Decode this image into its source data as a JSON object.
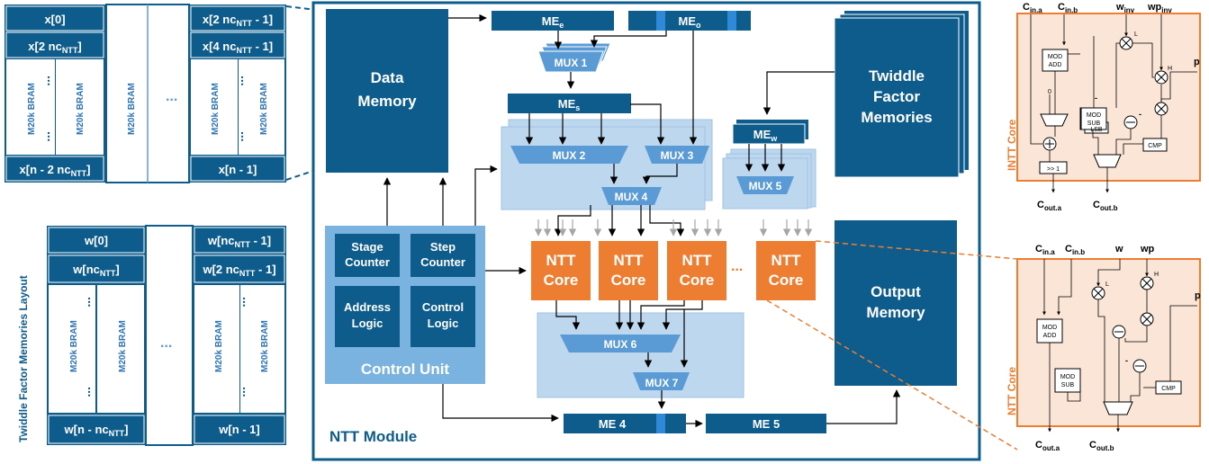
{
  "data_memory_layout": {
    "cells_left": [
      "x[0]",
      "x[2 nc",
      "x[n - 2 nc"
    ],
    "cells_left_sub": [
      "",
      "NTT",
      "NTT"
    ],
    "cells_left_tail": [
      "",
      "]",
      "]"
    ],
    "cells_right": [
      "x[2 nc",
      "x[4 nc",
      "x[n - 1]"
    ],
    "cells_right_sub": [
      "NTT",
      "NTT",
      ""
    ],
    "cells_right_tail": [
      " - 1]",
      " - 1]",
      ""
    ],
    "bram_label": "M20k BRAM",
    "ellipsis": "..."
  },
  "twiddle_memory_layout": {
    "side_label": "Twiddle Factor Memories Layout",
    "cells_left": [
      "w[0]",
      "w[nc",
      "w[n - nc"
    ],
    "cells_left_sub": [
      "",
      "NTT",
      "NTT"
    ],
    "cells_left_tail": [
      "",
      "]",
      "]"
    ],
    "cells_right": [
      "w[nc",
      "w[2 nc",
      "w[n - 1]"
    ],
    "cells_right_sub": [
      "NTT",
      "NTT",
      ""
    ],
    "cells_right_tail": [
      " - 1]",
      " - 1]",
      ""
    ],
    "bram_label": "M20k BRAM"
  },
  "ntt_module": {
    "label": "NTT Module",
    "data_memory": [
      "Data",
      "Memory"
    ],
    "twiddle_memories": [
      "Twiddle",
      "Factor",
      "Memories"
    ],
    "output_memory": [
      "Output",
      "Memory"
    ],
    "me_e": {
      "main": "ME",
      "sub": "e"
    },
    "me_o": {
      "main": "ME",
      "sub": "o"
    },
    "me_s": {
      "main": "ME",
      "sub": "s"
    },
    "me_w": {
      "main": "ME",
      "sub": "w"
    },
    "me_4": "ME 4",
    "me_5": "ME 5",
    "mux": [
      "MUX 1",
      "MUX 2",
      "MUX 3",
      "MUX 4",
      "MUX 5",
      "MUX 6",
      "MUX 7"
    ],
    "ntt_core": [
      "NTT",
      "Core"
    ],
    "core_ellipsis": "...",
    "control_unit": {
      "label": "Control Unit",
      "blocks": [
        [
          "Stage",
          "Counter"
        ],
        [
          "Step",
          "Counter"
        ],
        [
          "Address",
          "Logic"
        ],
        [
          "Control",
          "Logic"
        ]
      ]
    }
  },
  "intt_core": {
    "label": "INTT Core",
    "inputs": [
      {
        "main": "C",
        "sub": "in.a"
      },
      {
        "main": "C",
        "sub": "in.b"
      },
      {
        "main": "w",
        "sub": "inv"
      },
      {
        "main": "wp",
        "sub": "inv"
      }
    ],
    "p_label": "p",
    "outputs": [
      {
        "main": "C",
        "sub": "out.a"
      },
      {
        "main": "C",
        "sub": "out.b"
      }
    ],
    "blocks": [
      [
        "MOD",
        "ADD"
      ],
      [
        "MOD",
        "SUB"
      ],
      [
        "LSB"
      ],
      [
        "CMP"
      ],
      [
        ">> 1"
      ]
    ],
    "marks": [
      "L",
      "H",
      "0",
      "-",
      "-"
    ]
  },
  "ntt_core_detail": {
    "label": "NTT Core",
    "inputs": [
      {
        "main": "C",
        "sub": "in.a"
      },
      {
        "main": "C",
        "sub": "in.b"
      },
      {
        "main": "w",
        "sub": ""
      },
      {
        "main": "wp",
        "sub": ""
      }
    ],
    "p_label": "p",
    "outputs": [
      {
        "main": "C",
        "sub": "out.a"
      },
      {
        "main": "C",
        "sub": "out.b"
      }
    ],
    "blocks": [
      [
        "MOD",
        "ADD"
      ],
      [
        "MOD",
        "SUB"
      ],
      [
        "CMP"
      ]
    ],
    "marks": [
      "L",
      "H",
      "-"
    ]
  },
  "colors": {
    "dark_blue": "#0d5c8c",
    "medium_blue": "#5b9bd5",
    "light_blue": "#bdd7ee",
    "orange": "#ed7d31",
    "peach": "#fbe5d6",
    "gray_arrow": "#a6a6a6"
  }
}
